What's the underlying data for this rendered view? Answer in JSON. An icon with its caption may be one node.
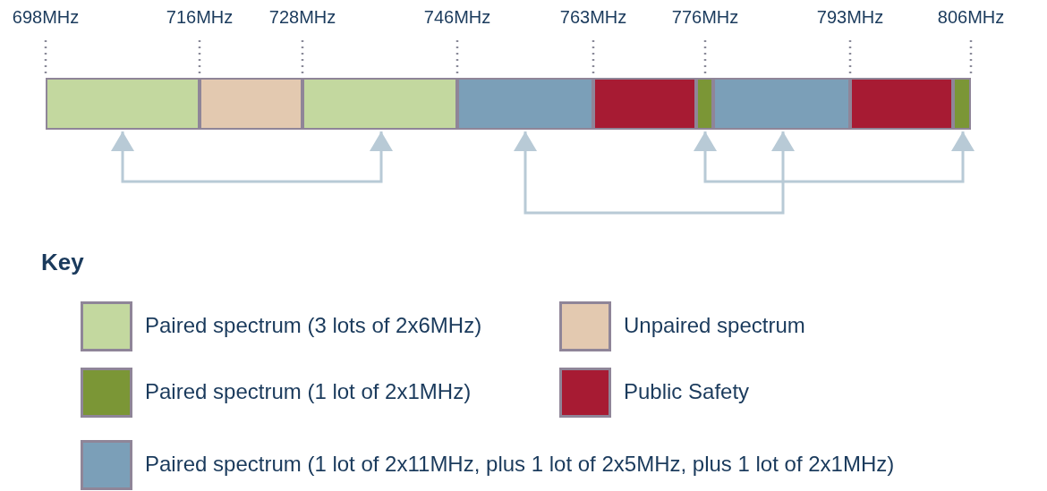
{
  "diagram": {
    "nodes": [
      {
        "text": [],
        "shape": "bar"
      },
      {
        "text": [],
        "shape": "bar"
      },
      {
        "text": [],
        "shape": "bar"
      },
      {
        "text": [],
        "shape": "bar"
      },
      {
        "text": [],
        "shape": "bar"
      },
      {
        "text": [],
        "shape": "bar"
      },
      {
        "text": [],
        "shape": "bar"
      },
      {
        "text": [],
        "shape": "bar"
      },
      {
        "text": [],
        "shape": "bar"
      }
    ],
    "edges": [
      {
        "from": 0,
        "to": 2,
        "arrow": "both"
      },
      {
        "from": 3,
        "to": 6,
        "arrow": "both"
      },
      {
        "from": 5,
        "to": 8,
        "arrow": "both"
      }
    ],
    "labels": [
      "698MHz",
      "716MHz",
      "728MHz",
      "746MHz",
      "763MHz",
      "776MHz",
      "793MHz",
      "806MHz",
      "Key"
    ],
    "legend": [
      {
        "text": "Paired spectrum (3 lots of 2x6MHz)",
        "color": "#c3d89f"
      },
      {
        "text": "Unpaired spectrum",
        "color": "#e3c9b0"
      },
      {
        "text": "Paired spectrum (1 lot of 2x1MHz)",
        "color": "#7b9636"
      },
      {
        "text": "Public Safety",
        "color": "#a71b33"
      },
      {
        "text": "Paired spectrum (1 lot of 2x11MHz, plus 1 lot of 2x5MHz, plus 1 lot of 2x1MHz)",
        "color": "#7b9fb8"
      }
    ]
  }
}
